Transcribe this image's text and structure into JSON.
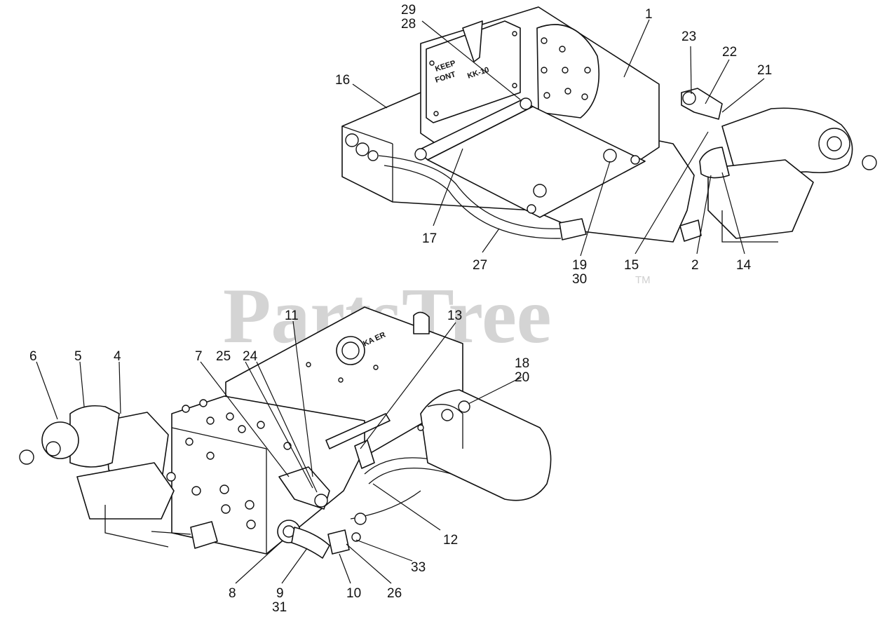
{
  "watermark": {
    "brand": "PartsTree",
    "trademark": "TM"
  },
  "plate_text": {
    "line1": "KEEP",
    "line2": "FONT",
    "line3": "KK-10"
  },
  "cap_text": "KA ER",
  "callouts": [
    {
      "id": "c1",
      "label": "1"
    },
    {
      "id": "c29",
      "label": "29"
    },
    {
      "id": "c28",
      "label": "28"
    },
    {
      "id": "c23",
      "label": "23"
    },
    {
      "id": "c22",
      "label": "22"
    },
    {
      "id": "c21",
      "label": "21"
    },
    {
      "id": "c16",
      "label": "16"
    },
    {
      "id": "c17",
      "label": "17"
    },
    {
      "id": "c27",
      "label": "27"
    },
    {
      "id": "c19",
      "label": "19"
    },
    {
      "id": "c30",
      "label": "30"
    },
    {
      "id": "c15",
      "label": "15"
    },
    {
      "id": "c2",
      "label": "2"
    },
    {
      "id": "c14",
      "label": "14"
    },
    {
      "id": "c11",
      "label": "11"
    },
    {
      "id": "c13",
      "label": "13"
    },
    {
      "id": "c6",
      "label": "6"
    },
    {
      "id": "c5",
      "label": "5"
    },
    {
      "id": "c4",
      "label": "4"
    },
    {
      "id": "c7",
      "label": "7"
    },
    {
      "id": "c25",
      "label": "25"
    },
    {
      "id": "c24",
      "label": "24"
    },
    {
      "id": "c18",
      "label": "18"
    },
    {
      "id": "c20",
      "label": "20"
    },
    {
      "id": "c12",
      "label": "12"
    },
    {
      "id": "c33",
      "label": "33"
    },
    {
      "id": "c8",
      "label": "8"
    },
    {
      "id": "c9",
      "label": "9"
    },
    {
      "id": "c31",
      "label": "31"
    },
    {
      "id": "c10",
      "label": "10"
    },
    {
      "id": "c26",
      "label": "26"
    }
  ]
}
